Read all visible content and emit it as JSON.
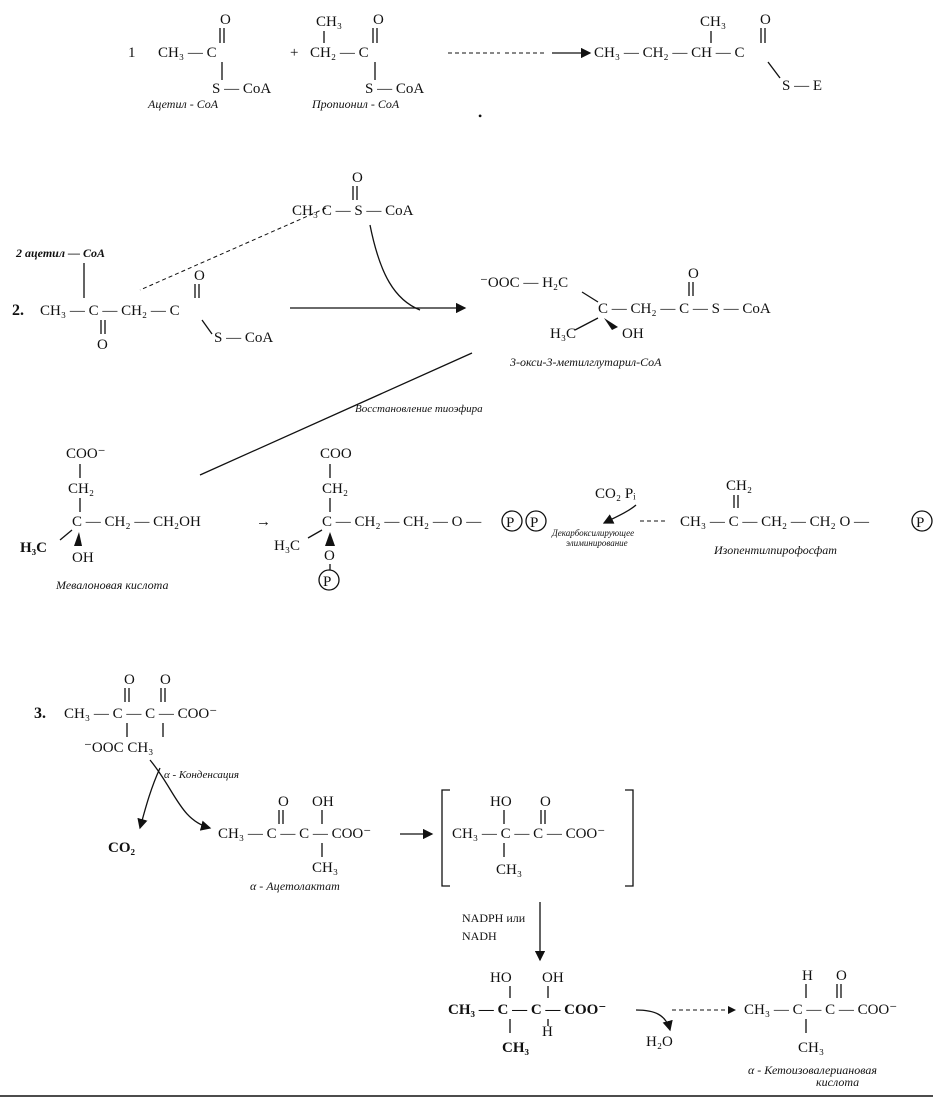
{
  "reaction1": {
    "number": "1",
    "acetyl_formula": "CH₃ — C",
    "acetyl_o": "O",
    "acetyl_s": "S — CoA",
    "acetyl_name": "Ацетил - CoA",
    "plus": "+",
    "propionyl_top": "CH₃",
    "propionyl_formula": "CH₂ —  C",
    "propionyl_o": "O",
    "propionyl_s": "S — CoA",
    "propionyl_name": "Пропионил - CoA",
    "product_formula": "CH₃ — CH₂ — CH — C",
    "product_top": "CH₃",
    "product_o": "O",
    "product_s": "S — E",
    "dot": "•"
  },
  "reaction2": {
    "number": "2.",
    "acetylcoa_label": "2 ацетил — CoA",
    "top_acetyl": "CH₃    C  — S — CoA",
    "top_o": "O",
    "acetoacetyl_formula": "CH₃ — C  — CH₂  — C",
    "acetoacetyl_o_bottom": "O",
    "acetoacetyl_o_top": "O",
    "acetoacetyl_s": "S — CoA",
    "hmg_left": "⁻OOC — H₂C",
    "hmg_main": "C — CH₂ — C — S — CoA",
    "hmg_o": "O",
    "hmg_h3c": "H₃C",
    "hmg_oh": "OH",
    "hmg_name": "3-окси-3-метилглутарил-CoA",
    "reduction_label": "Восстановление тиоэфира",
    "mev_coo": "COO⁻",
    "mev_ch2": "CH₂",
    "mev_main": "C — CH₂ — CH₂OH",
    "mev_h3c": "H₃C",
    "mev_oh": "OH",
    "mev_name": "Мевалоновая кислота",
    "arrow1": "→",
    "pp_coo": "COO",
    "pp_ch2": "CH₂",
    "pp_main": "C — CH₂ — CH₂ — O —",
    "pp_p1": "P",
    "pp_p2": "P",
    "pp_h3c": "H₃C",
    "pp_o": "O",
    "pp_p3": "P",
    "co2_pi": "CO₂   Pᵢ",
    "decarb_label_1": "Декарбоксилирующее",
    "decarb_label_2": "элиминирование",
    "ipp_main": "CH₃ — C — CH₂ — CH₂   O —",
    "ipp_top": "CH₂",
    "ipp_p": "P",
    "ipp_name": "Изопентилпирофосфат"
  },
  "reaction3": {
    "number": "3.",
    "sub_main": "CH₃ — C — C — COO⁻",
    "sub_o1": "O",
    "sub_o2": "O",
    "sub_bottom": "⁻OOC   CH₃",
    "condensation_label": "α - Конденсация",
    "co2": "CO₂",
    "al_main": "CH₃ — C — C — COO⁻",
    "al_o": "O",
    "al_oh": "OH",
    "al_ch3": "CH₃",
    "al_name": "α - Ацетолактат",
    "br_main": "CH₃ — C — C — COO⁻",
    "br_ho": "HO",
    "br_o": "O",
    "br_ch3": "CH₃",
    "nadph": "NADPH или",
    "nadh": "NADH",
    "dh_main": "CH₃ — C — C — COO⁻",
    "dh_ho": "HO",
    "dh_oh": "OH",
    "dh_ch3": "CH₃",
    "dh_h": "H",
    "h2o": "H₂O",
    "kiv_main": "CH₃ — C — C — COO⁻",
    "kiv_h": "H",
    "kiv_o": "O",
    "kiv_ch3": "CH₃",
    "kiv_name_1": "α - Кетоизовалериановая",
    "kiv_name_2": "кислота"
  }
}
